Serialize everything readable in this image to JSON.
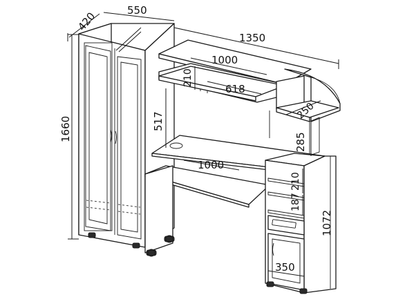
{
  "dimensions": {
    "wardrobe_depth": "420",
    "wardrobe_width": "550",
    "total_width": "1350",
    "total_height": "1660",
    "top_shelf_width": "1000",
    "top_shelf_height": "210",
    "niche_width": "618",
    "shelf_depth": "250",
    "niche_height": "285",
    "hutch_height": "517",
    "desk_width": "1000",
    "pedestal_shelf_height": "210",
    "pedestal_niche_height": "187",
    "pedestal_height": "1072",
    "pedestal_width": "350"
  },
  "colors": {
    "line": "#1a1a1a",
    "background": "#ffffff",
    "shade": "#e9e9e9"
  }
}
